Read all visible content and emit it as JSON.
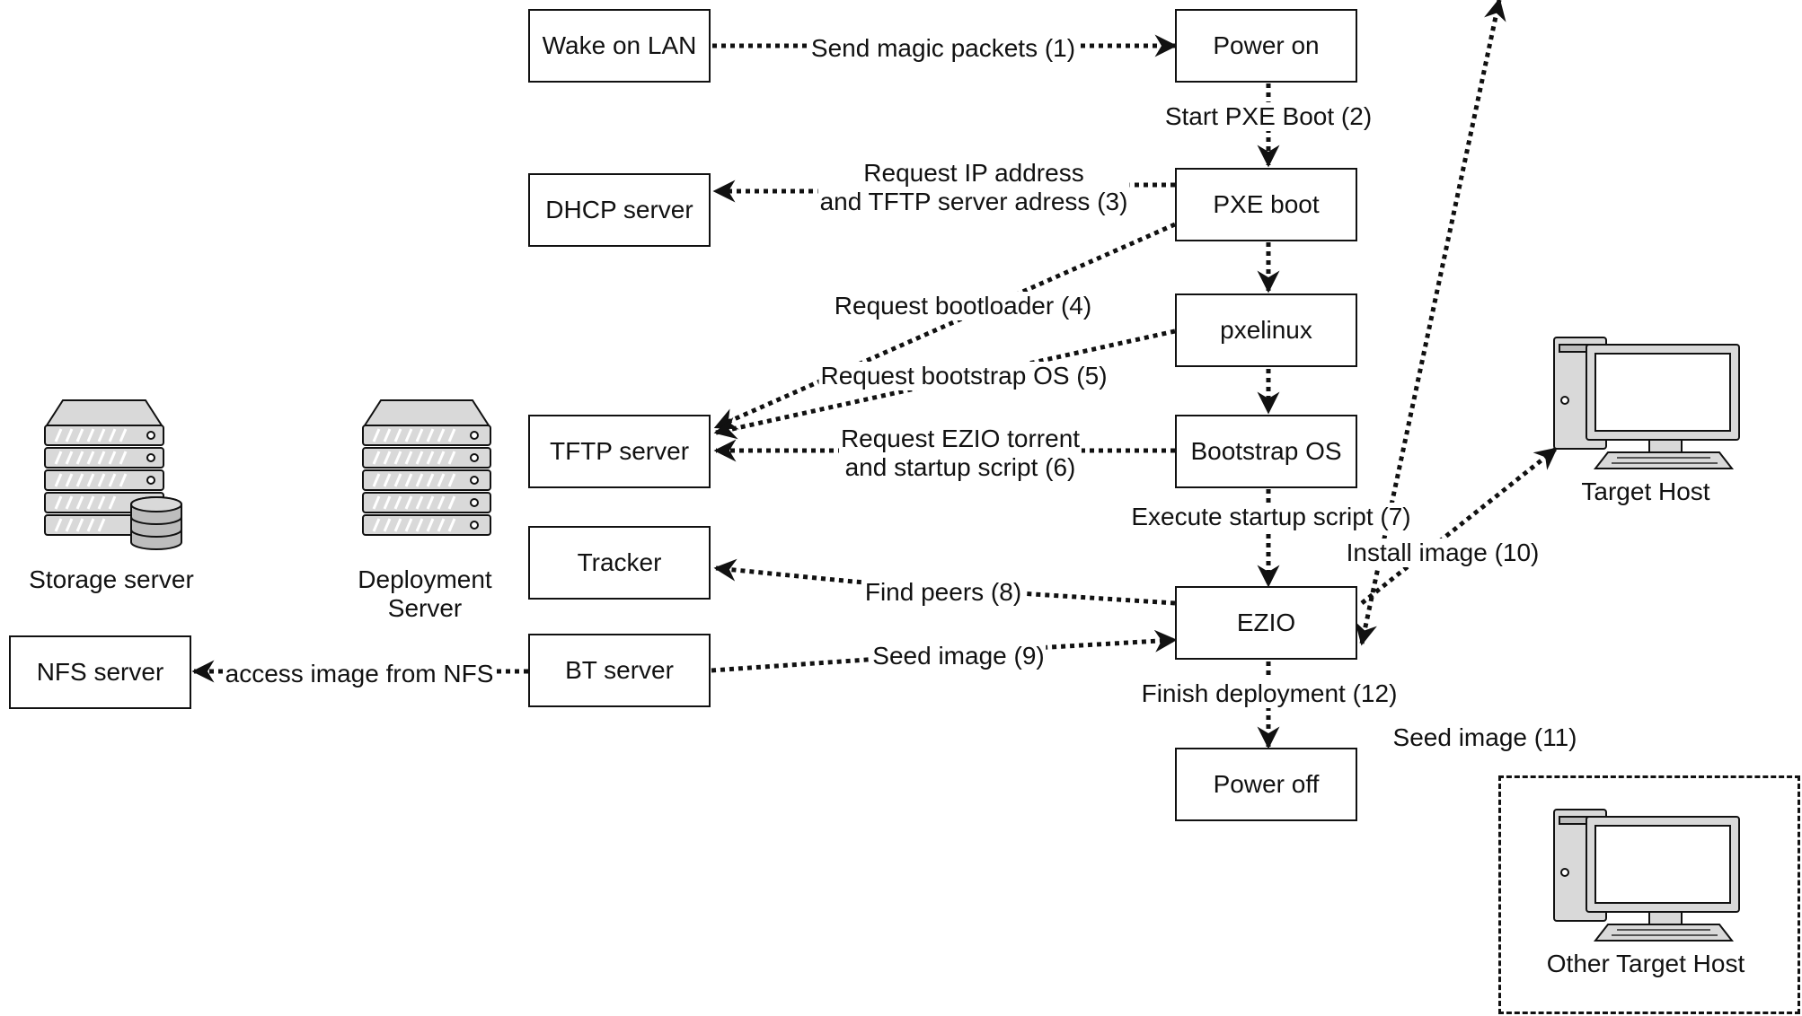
{
  "nodes": {
    "wake_on_lan": "Wake on LAN",
    "power_on": "Power on",
    "dhcp_server": "DHCP server",
    "pxe_boot": "PXE boot",
    "pxelinux": "pxelinux",
    "tftp_server": "TFTP server",
    "bootstrap_os": "Bootstrap OS",
    "tracker": "Tracker",
    "ezio": "EZIO",
    "nfs_server": "NFS server",
    "bt_server": "BT server",
    "power_off": "Power off"
  },
  "icons": {
    "storage_server": {
      "label": "Storage server",
      "icon": "storage-server-icon"
    },
    "deployment_server": {
      "label": "Deployment\nServer",
      "icon": "server-icon"
    },
    "target_host": {
      "label": "Target Host",
      "icon": "desktop-computer-icon"
    },
    "other_target_host": {
      "label": "Other Target Host",
      "icon": "desktop-computer-icon"
    }
  },
  "edges": {
    "e1": "Send magic packets (1)",
    "e2": "Start PXE Boot (2)",
    "e3": "Request IP address\nand TFTP server adress (3)",
    "e4": "Request bootloader (4)",
    "e5": "Request bootstrap OS (5)",
    "e6": "Request EZIO torrent\nand startup script (6)",
    "e7": "Execute startup script (7)",
    "e8": "Find peers (8)",
    "e9": "Seed image (9)",
    "e10": "Install image (10)",
    "e11": "Seed image (11)",
    "e12": "Finish deployment (12)",
    "e_nfs": "access image from NFS"
  },
  "colors": {
    "stroke": "#111111",
    "icon_fill": "#d9d9d9",
    "icon_dark": "#555555"
  }
}
